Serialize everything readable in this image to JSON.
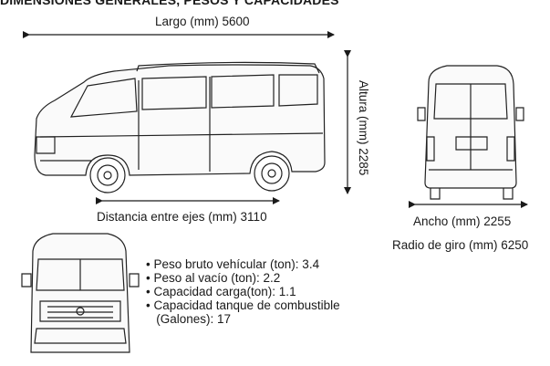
{
  "header": {
    "title": "DIMENSIONES GENERALES, PESOS Y CAPACIDADES"
  },
  "dimensions": {
    "length": "Largo (mm) 5600",
    "height": "Altura (mm) 2285",
    "wheelbase": "Distancia entre ejes (mm) 3110",
    "width": "Ancho (mm)  2255",
    "turning_radius": "Radio de giro (mm) 6250"
  },
  "specs": [
    "• Peso bruto vehícular (ton): 3.4",
    "• Peso al vacío (ton): 2.2",
    "• Capacidad carga(ton): 1.1",
    "• Capacidad tanque de combustible",
    "   (Galones): 17"
  ]
}
